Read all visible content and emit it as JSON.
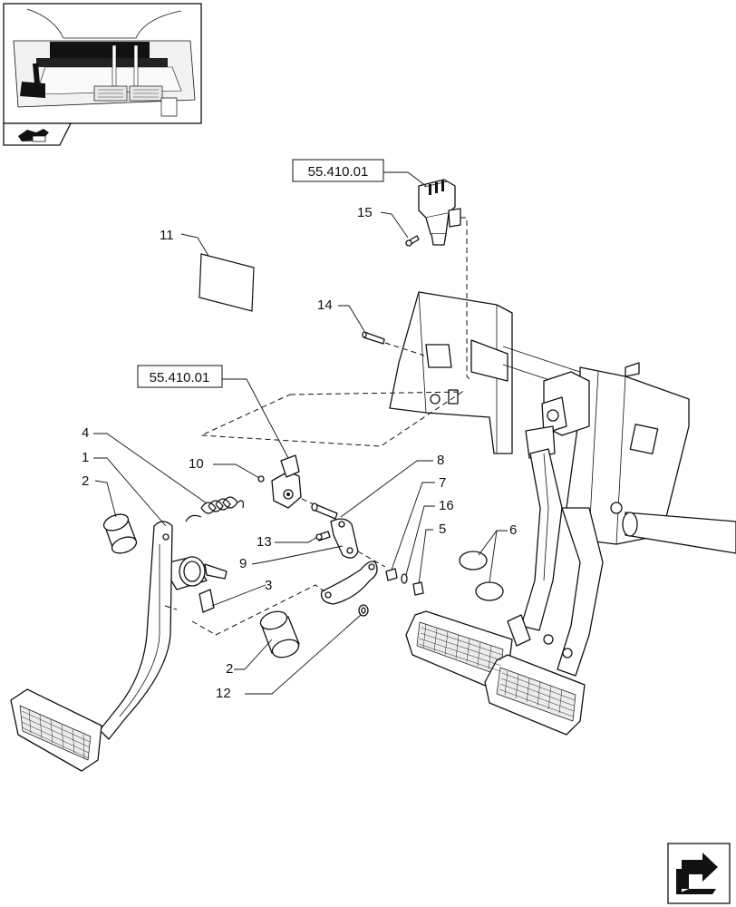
{
  "references": {
    "top": "55.410.01",
    "middle": "55.410.01"
  },
  "callouts": [
    {
      "id": "c1",
      "label": "1"
    },
    {
      "id": "c2a",
      "label": "2"
    },
    {
      "id": "c2b",
      "label": "2"
    },
    {
      "id": "c3",
      "label": "3"
    },
    {
      "id": "c4",
      "label": "4"
    },
    {
      "id": "c5",
      "label": "5"
    },
    {
      "id": "c6",
      "label": "6"
    },
    {
      "id": "c7",
      "label": "7"
    },
    {
      "id": "c8",
      "label": "8"
    },
    {
      "id": "c9",
      "label": "9"
    },
    {
      "id": "c10",
      "label": "10"
    },
    {
      "id": "c11",
      "label": "11"
    },
    {
      "id": "c12",
      "label": "12"
    },
    {
      "id": "c13",
      "label": "13"
    },
    {
      "id": "c14",
      "label": "14"
    },
    {
      "id": "c15",
      "label": "15"
    },
    {
      "id": "c16",
      "label": "16"
    }
  ],
  "icons": {
    "section_icon": "tractor-section-icon",
    "nav_icon": "next-page-arrow-icon"
  }
}
